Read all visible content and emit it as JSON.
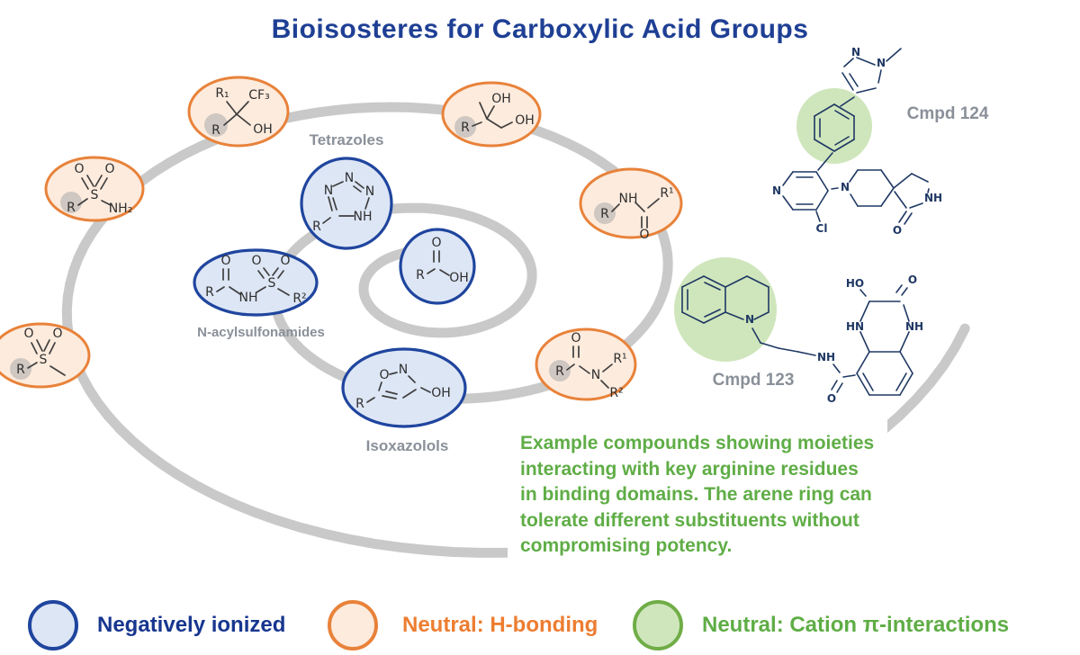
{
  "title": "Bioisosteres for Carboxylic Acid Groups",
  "colors": {
    "title_blue": "#1e3f94",
    "spiral_gray": "#c9c9c9",
    "blue_fill": "#dde6f5",
    "blue_stroke": "#1f459e",
    "orange_fill": "#fdebdd",
    "orange_stroke": "#e8823a",
    "green_fill": "#cfe6bc",
    "green_stroke": "#70ad47",
    "note_green": "#5fad46",
    "label_gray": "#8a9099"
  },
  "group_labels": {
    "tetrazoles": "Tetrazoles",
    "n_acylsulfonamides": "N-acylsulfonamides",
    "isoxazolols": "Isoxazolols"
  },
  "structures": {
    "trifluoromethyl_carbinol": {
      "atoms": {
        "R1": "R₁",
        "CF3": "CF₃",
        "R": "R",
        "OH": "OH"
      }
    },
    "sulfonamide": {
      "atoms": {
        "O1": "O",
        "O2": "O",
        "S": "S",
        "R": "R",
        "NH2": "NH₂"
      }
    },
    "diol": {
      "atoms": {
        "R": "R",
        "OH1": "OH",
        "OH2": "OH"
      }
    },
    "reverse_amide": {
      "atoms": {
        "R": "R",
        "NH": "NH",
        "O": "O",
        "R1": "R¹"
      }
    },
    "tetrazole": {
      "atoms": {
        "N1": "N",
        "N2": "N",
        "N3": "N",
        "NH": "NH",
        "R": "R"
      }
    },
    "n_acylsulfonamide": {
      "atoms": {
        "R": "R",
        "O1": "O",
        "NH": "NH",
        "S": "S",
        "O2": "O",
        "O3": "O",
        "R2": "R²"
      }
    },
    "carboxylic_acid": {
      "atoms": {
        "R": "R",
        "O": "O",
        "OH": "OH"
      }
    },
    "isoxazolol": {
      "atoms": {
        "R": "R",
        "O": "O",
        "N": "N",
        "OH": "OH"
      }
    },
    "tertiary_amide": {
      "atoms": {
        "R": "R",
        "O": "O",
        "N": "N",
        "R1": "R¹",
        "R2": "R²"
      }
    },
    "methyl_sulfone": {
      "atoms": {
        "O1": "O",
        "O2": "O",
        "S": "S",
        "R": "R"
      }
    }
  },
  "compounds": {
    "cmpd124": {
      "label": "Cmpd 124",
      "atoms": {
        "N1": "N",
        "N2": "N",
        "Npy": "N",
        "Cl": "Cl",
        "Npip": "N",
        "NH": "NH",
        "O": "O"
      }
    },
    "cmpd123": {
      "label": "Cmpd 123",
      "atoms": {
        "N": "N",
        "NH_amide": "NH",
        "O_amide": "O",
        "HO": "HO",
        "O": "O",
        "HN": "HN",
        "NH": "NH"
      }
    }
  },
  "note": {
    "text": "Example compounds showing moieties interacting with key arginine residues in binding domains. The arene ring can tolerate different substituents without compromising potency."
  },
  "legend": [
    {
      "label": "Negatively ionized",
      "fill": "#dde6f5",
      "stroke": "#1f459e",
      "text_color": "#17368f"
    },
    {
      "label": "Neutral: H-bonding",
      "fill": "#fdebdd",
      "stroke": "#e8823a",
      "text_color": "#ed7d31"
    },
    {
      "label": "Neutral: Cation π-interactions",
      "fill": "#cfe6bc",
      "stroke": "#70ad47",
      "text_color": "#5fad46"
    }
  ]
}
